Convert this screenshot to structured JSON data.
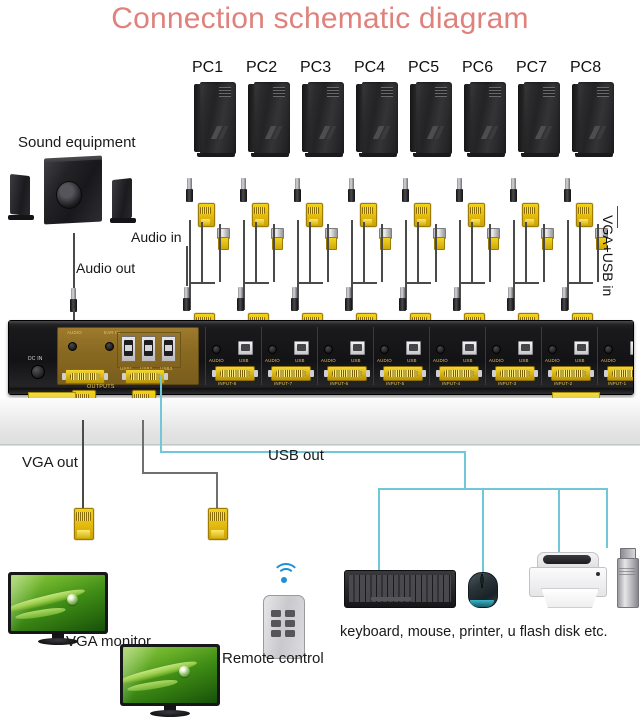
{
  "title": "Connection schematic diagram",
  "accent_color": "#e0817c",
  "pcs": [
    {
      "label": "PC1"
    },
    {
      "label": "PC2"
    },
    {
      "label": "PC3"
    },
    {
      "label": "PC4"
    },
    {
      "label": "PC5"
    },
    {
      "label": "PC6"
    },
    {
      "label": "PC7"
    },
    {
      "label": "PC8"
    }
  ],
  "labels": {
    "sound_equipment": "Sound equipment",
    "audio_in": "Audio in",
    "audio_out": "Audio out",
    "vga_usb_in": "VGA+USB in",
    "vga_out": "VGA out",
    "usb_out": "USB out",
    "vga_monitor": "VGA monitor",
    "remote_control": "Remote control",
    "peripherals": "keyboard, mouse, printer, u flash disk etc."
  },
  "device": {
    "name": "8-port VGA USB KVM switch",
    "dc_in": "DC IN",
    "outputs": "OUTPUTS",
    "audio_out_port": "AUDIO",
    "ear_in_port": "EAR IN",
    "usb_console_ports": [
      "USB1",
      "USB2",
      "USB3"
    ],
    "output_ports": [
      "VGA",
      "USB"
    ],
    "input_port_labels": [
      "AUDIO",
      "USB"
    ],
    "inputs": [
      {
        "label": "INPUT-8"
      },
      {
        "label": "INPUT-7"
      },
      {
        "label": "INPUT-6"
      },
      {
        "label": "INPUT-5"
      },
      {
        "label": "INPUT-4"
      },
      {
        "label": "INPUT-3"
      },
      {
        "label": "INPUT-2"
      },
      {
        "label": "INPUT-1"
      }
    ]
  },
  "peripherals_row": [
    {
      "name": "keyboard"
    },
    {
      "name": "mouse"
    },
    {
      "name": "printer"
    },
    {
      "name": "u-flash-disk"
    }
  ],
  "monitors": [
    {
      "name": "monitor-left"
    },
    {
      "name": "monitor-right"
    }
  ],
  "colors": {
    "vga_yellow": "#e8bf10",
    "device_black": "#17171a",
    "usb_cable_cyan": "#6fc7d8",
    "wire_gray": "#4a4a4a"
  }
}
